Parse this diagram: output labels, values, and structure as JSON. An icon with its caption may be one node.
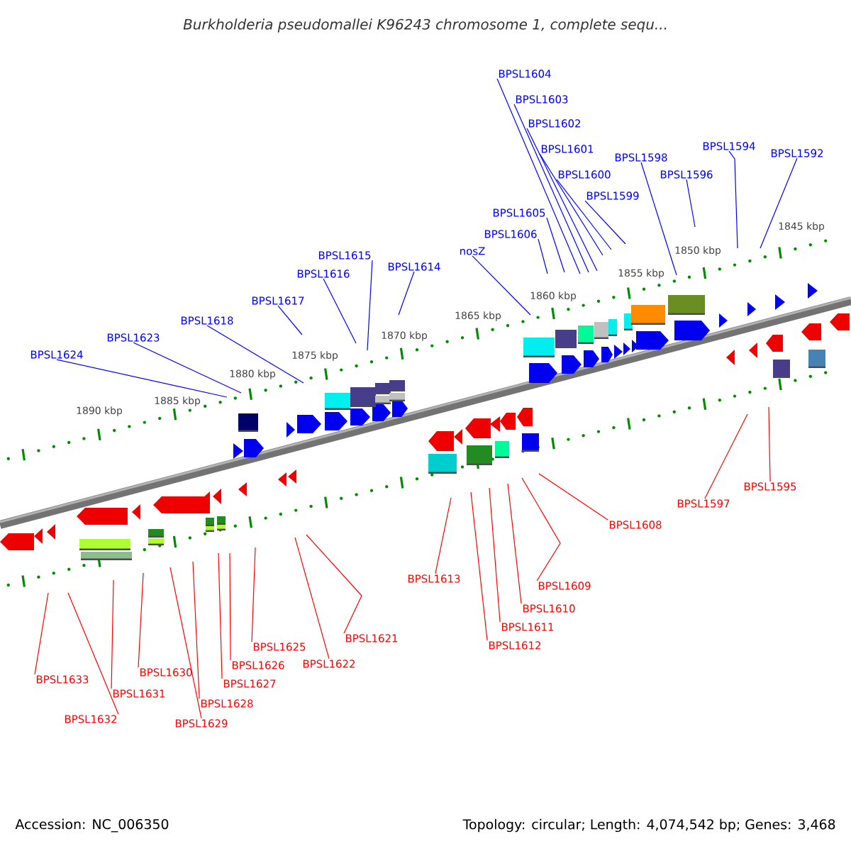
{
  "diagram": {
    "title": "*Burkholderia pseudomallei* K96243 chromosome 1, complete sequ...",
    "nodes": [
      {
        "text": [
          "BPSL1604"
        ]
      },
      {
        "text": [
          "BPSL1603"
        ]
      },
      {
        "text": [
          "BPSL1602"
        ]
      },
      {
        "text": [
          "BPSL1601"
        ]
      },
      {
        "text": [
          "BPSL1594"
        ]
      },
      {
        "text": [
          "BPSL1592"
        ]
      },
      {
        "text": [
          "BPSL1598"
        ]
      },
      {
        "text": [
          "BPSL1600"
        ]
      },
      {
        "text": [
          "BPSL1596"
        ]
      },
      {
        "text": [
          "BPSL1599"
        ]
      },
      {
        "text": [
          "BPSL1605"
        ]
      },
      {
        "text": [
          "BPSL1606"
        ]
      },
      {
        "text": [
          "nosZ"
        ]
      },
      {
        "text": [
          "BPSL1615"
        ]
      },
      {
        "text": [
          "BPSL1614"
        ]
      },
      {
        "text": [
          "BPSL1616"
        ]
      },
      {
        "text": [
          "BPSL1617"
        ]
      },
      {
        "text": [
          "BPSL1618"
        ]
      },
      {
        "text": [
          "BPSL1623"
        ]
      },
      {
        "text": [
          "BPSL1624"
        ]
      },
      {
        "text": [
          "BPSL1595"
        ]
      },
      {
        "text": [
          "BPSL1597"
        ]
      },
      {
        "text": [
          "BPSL1608"
        ]
      },
      {
        "text": [
          "BPSL1613"
        ]
      },
      {
        "text": [
          "BPSL1609"
        ]
      },
      {
        "text": [
          "BPSL1610"
        ]
      },
      {
        "text": [
          "BPSL1621"
        ]
      },
      {
        "text": [
          "BPSL1625"
        ]
      },
      {
        "text": [
          "BPSL1611"
        ]
      },
      {
        "text": [
          "BPSL1612"
        ]
      },
      {
        "text": [
          "BPSL1622"
        ]
      },
      {
        "text": [
          "BPSL1626"
        ]
      },
      {
        "text": [
          "BPSL1627"
        ]
      },
      {
        "text": [
          "BPSL1630"
        ]
      },
      {
        "text": [
          "BPSL1633"
        ]
      },
      {
        "text": [
          "BPSL1631"
        ]
      },
      {
        "text": [
          "BPSL1628"
        ]
      },
      {
        "text": [
          "BPSL1629"
        ]
      },
      {
        "text": [
          "BPSL1632"
        ]
      }
    ],
    "edges": [
      {
        "from": 0,
        "to": null,
        "arrow": "none"
      },
      {
        "from": 1,
        "to": null,
        "arrow": "none"
      },
      {
        "from": 2,
        "to": null,
        "arrow": "none"
      },
      {
        "from": 3,
        "to": null,
        "arrow": "none"
      },
      {
        "from": 4,
        "to": null,
        "arrow": "none"
      },
      {
        "from": 5,
        "to": null,
        "arrow": "none"
      },
      {
        "from": 6,
        "to": null,
        "arrow": "none"
      },
      {
        "from": 7,
        "to": null,
        "arrow": "none"
      },
      {
        "from": 8,
        "to": null,
        "arrow": "none"
      },
      {
        "from": 9,
        "to": null,
        "arrow": "none"
      },
      {
        "from": 10,
        "to": null,
        "arrow": "none"
      },
      {
        "from": 11,
        "to": null,
        "arrow": "none"
      },
      {
        "from": 12,
        "to": null,
        "arrow": "none"
      },
      {
        "from": 13,
        "to": null,
        "arrow": "none"
      },
      {
        "from": 14,
        "to": null,
        "arrow": "none"
      },
      {
        "from": 15,
        "to": null,
        "arrow": "none"
      },
      {
        "from": 16,
        "to": null,
        "arrow": "none"
      },
      {
        "from": 17,
        "to": null,
        "arrow": "none"
      },
      {
        "from": 18,
        "to": null,
        "arrow": "none"
      },
      {
        "from": 19,
        "to": null,
        "arrow": "none"
      },
      {
        "from": 20,
        "to": null,
        "arrow": "none",
        "color": "#ff0000"
      },
      {
        "from": 21,
        "to": null,
        "arrow": "none",
        "color": "#ff0000"
      },
      {
        "from": 22,
        "to": null,
        "arrow": "none",
        "color": "#ff0000"
      },
      {
        "from": 23,
        "to": null,
        "arrow": "none",
        "color": "#ff0000"
      },
      {
        "from": 24,
        "to": null,
        "arrow": "none",
        "color": "#ff0000"
      },
      {
        "from": 25,
        "to": null,
        "arrow": "none",
        "color": "#ff0000"
      },
      {
        "from": 26,
        "to": null,
        "arrow": "none",
        "color": "#ff0000"
      },
      {
        "from": 27,
        "to": null,
        "arrow": "none",
        "color": "#ff0000"
      },
      {
        "from": 28,
        "to": null,
        "arrow": "none",
        "color": "#ff0000"
      },
      {
        "from": 29,
        "to": null,
        "arrow": "none",
        "color": "#ff0000"
      },
      {
        "from": 30,
        "to": null,
        "arrow": "none",
        "color": "#ff0000"
      },
      {
        "from": 31,
        "to": null,
        "arrow": "none",
        "color": "#ff0000"
      },
      {
        "from": 32,
        "to": null,
        "arrow": "none",
        "color": "#ff0000"
      },
      {
        "from": 33,
        "to": null,
        "arrow": "none",
        "color": "#ff0000"
      },
      {
        "from": 34,
        "to": null,
        "arrow": "none",
        "color": "#ff0000"
      },
      {
        "from": 35,
        "to": null,
        "arrow": "none",
        "color": "#ff0000"
      },
      {
        "from": 36,
        "to": null,
        "arrow": "none",
        "color": "#ff0000"
      },
      {
        "from": 37,
        "to": null,
        "arrow": "none",
        "color": "#ff0000"
      },
      {
        "from": 38,
        "to": null,
        "arrow": "none",
        "color": "#ff0000"
      }
    ],
    "labels": [
      "1845 kbp",
      "1850 kbp",
      "1855 kbp",
      "1860 kbp",
      "1865 kbp",
      "1870 kbp",
      "1875 kbp",
      "1880 kbp",
      "1885 kbp",
      "1890 kbp",
      "Accession: NC_006350",
      "Topology: circular; Length: 4,074,542 bp; Genes: 3,468"
    ]
  }
}
